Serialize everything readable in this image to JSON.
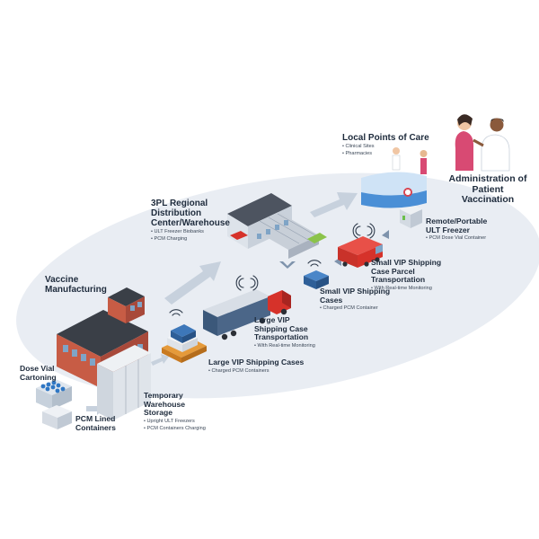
{
  "labels": {
    "dose_vial": {
      "title": "Dose Vial Cartoning"
    },
    "pcm_lined": {
      "title": "PCM Lined Containers"
    },
    "temp_storage": {
      "title": "Temporary Warehouse Storage",
      "items": [
        "Upright ULT Freezers",
        "PCM Containers Charging"
      ]
    },
    "vaccine_mfg": {
      "title": "Vaccine Manufacturing"
    },
    "large_vip_cases": {
      "title": "Large VIP Shipping Cases",
      "items": [
        "Charged PCM Containers"
      ]
    },
    "large_vip_transport": {
      "title": "Large VIP Shipping Case Transportation",
      "items": [
        "With Real-time Monitoring"
      ]
    },
    "regional_dc": {
      "title": "3PL Regional Distribution Center/Warehouse",
      "items": [
        "ULT Freezer Biobanks",
        "PCM Charging"
      ]
    },
    "small_vip_cases": {
      "title": "Small VIP Shipping Cases",
      "items": [
        "Charged PCM Container"
      ]
    },
    "small_vip_transport": {
      "title": "Small VIP Shipping Case Parcel Transportation",
      "items": [
        "With Real-time Monitoring"
      ]
    },
    "remote_freezer": {
      "title": "Remote/Portable ULT Freezer",
      "items": [
        "PCM Dose Vial Container"
      ]
    },
    "local_points": {
      "title": "Local Points of Care",
      "items": [
        "Clinical Sites",
        "Pharmacies"
      ]
    },
    "administration": {
      "title": "Administration of Patient Vaccination"
    }
  },
  "icons": [
    "factory-icon",
    "freezer-icon",
    "vial-carton-icon",
    "pallet-icon",
    "trailer-truck-icon",
    "warehouse-icon",
    "parcel-box-icon",
    "delivery-van-icon",
    "portable-freezer-icon",
    "clinic-counter-icon",
    "nurse-patient-icon",
    "wireless-signal-icon"
  ],
  "colors": {
    "ellipse": "#e9edf3",
    "arrow": "#c9d3df",
    "brick": "#c75c45",
    "truck_red": "#d6322a",
    "trailer_blue": "#4b6688",
    "text": "#1e2b3c"
  }
}
